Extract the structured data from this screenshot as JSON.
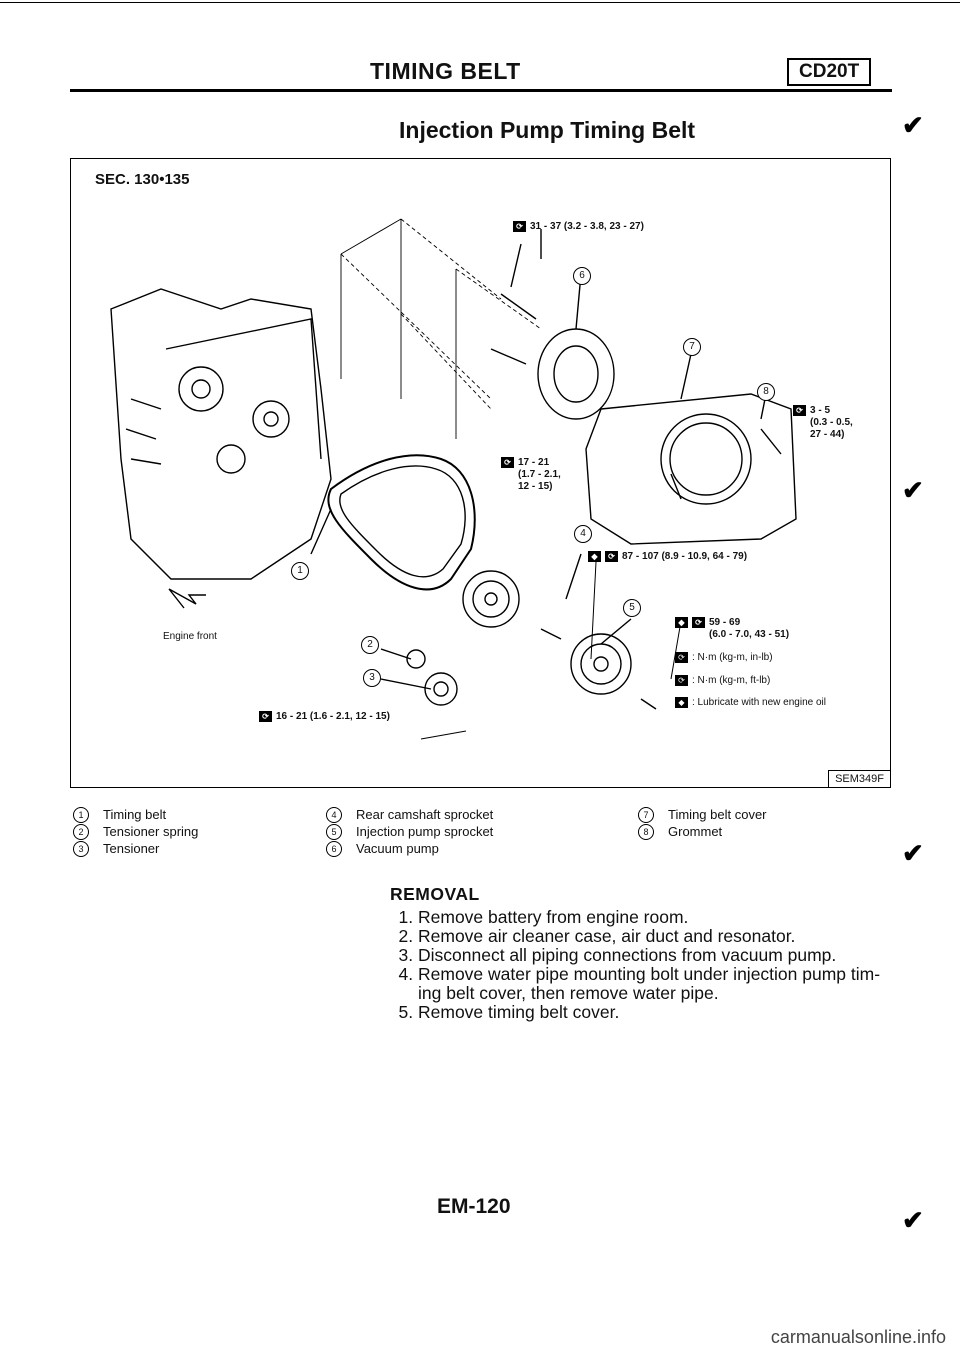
{
  "header": {
    "title": "TIMING BELT",
    "engine_code": "CD20T"
  },
  "subtitle": "Injection Pump Timing Belt",
  "figure": {
    "section": "SEC. 130•135",
    "code": "SEM349F",
    "engine_front_label": "Engine front",
    "callouts": [
      "1",
      "2",
      "3",
      "4",
      "5",
      "6",
      "7",
      "8"
    ],
    "torques": {
      "t1": "31 - 37 (3.2 - 3.8, 23 - 27)",
      "t2_a": "17 - 21",
      "t2_b": "(1.7 - 2.1,",
      "t2_c": "12 - 15)",
      "t3_a": "3 - 5",
      "t3_b": "(0.3 - 0.5,",
      "t3_c": "27 - 44)",
      "t4": "87 - 107 (8.9 - 10.9, 64 - 79)",
      "t5_a": "59 - 69",
      "t5_b": "(6.0 - 7.0, 43 - 51)",
      "t6": "16 - 21 (1.6 - 2.1, 12 - 15)"
    },
    "key": {
      "k1": ": N·m (kg-m, in-lb)",
      "k2": ": N·m (kg-m, ft-lb)",
      "k3": ": Lubricate with new engine oil"
    }
  },
  "legend": {
    "col1": [
      {
        "num": "1",
        "label": "Timing belt"
      },
      {
        "num": "2",
        "label": "Tensioner spring"
      },
      {
        "num": "3",
        "label": "Tensioner"
      }
    ],
    "col2": [
      {
        "num": "4",
        "label": "Rear camshaft sprocket"
      },
      {
        "num": "5",
        "label": "Injection pump sprocket"
      },
      {
        "num": "6",
        "label": "Vacuum pump"
      }
    ],
    "col3": [
      {
        "num": "7",
        "label": "Timing belt cover"
      },
      {
        "num": "8",
        "label": "Grommet"
      }
    ]
  },
  "removal": {
    "heading": "REMOVAL",
    "steps": [
      "Remove battery from engine room.",
      "Remove air cleaner case, air duct and resonator.",
      "Disconnect all piping connections from vacuum pump.",
      "Remove water pipe mounting bolt under injection pump tim-ing belt cover, then remove water pipe.",
      "Remove timing belt cover."
    ]
  },
  "page_number": "EM-120",
  "watermark": "carmanualsonline.info"
}
